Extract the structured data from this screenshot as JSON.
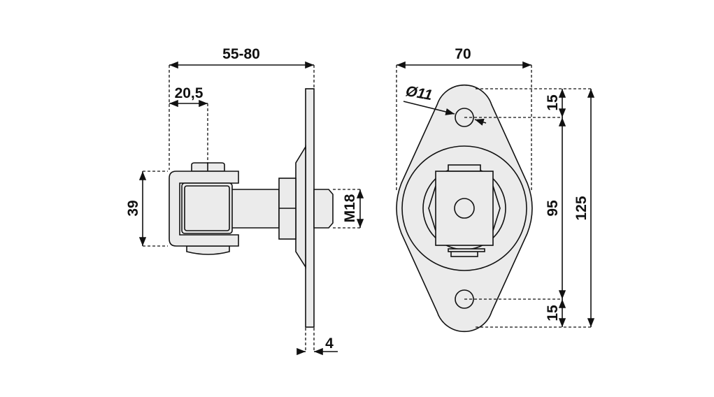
{
  "drawing": {
    "side_view": {
      "overall_length": "55-80",
      "pivot_offset": "20,5",
      "clevis_height": "39",
      "thread": "M18",
      "plate_thickness": "4"
    },
    "front_view": {
      "width": "70",
      "hole_diameter": "Ø11",
      "top_edge": "15",
      "hole_spacing": "95",
      "bottom_edge": "15",
      "height": "125"
    },
    "colors": {
      "part_fill": "#ebebeb",
      "line": "#111111"
    }
  }
}
